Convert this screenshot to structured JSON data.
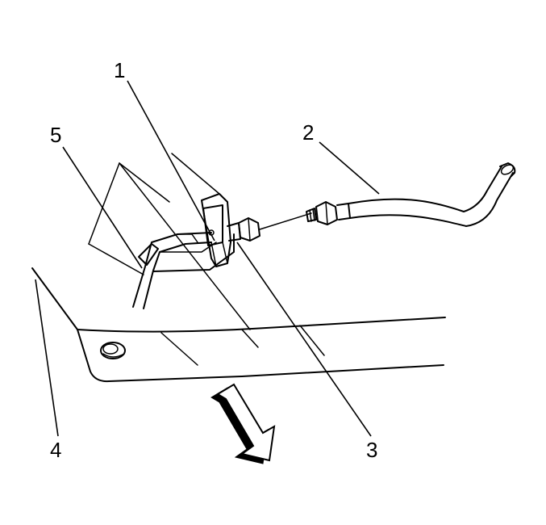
{
  "diagram": {
    "callouts": [
      {
        "id": "1",
        "label": "1"
      },
      {
        "id": "2",
        "label": "2"
      },
      {
        "id": "3",
        "label": "3"
      },
      {
        "id": "4",
        "label": "4"
      },
      {
        "id": "5",
        "label": "5"
      }
    ],
    "colors": {
      "line": "#000000",
      "background": "#ffffff"
    },
    "icons": [
      "direction-arrow-icon"
    ]
  }
}
